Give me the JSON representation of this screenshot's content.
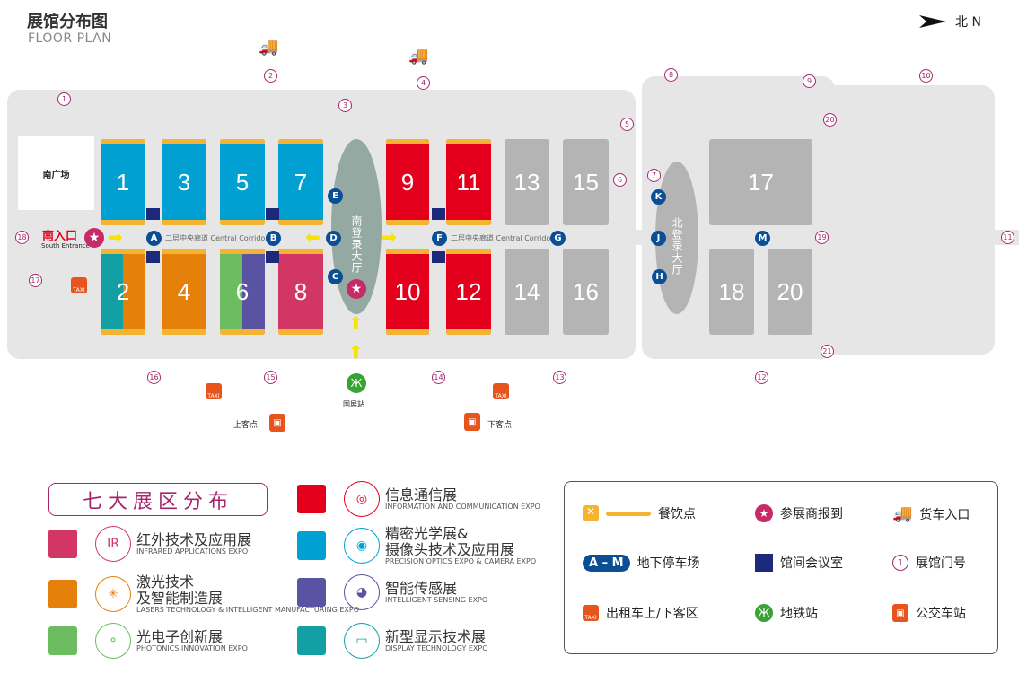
{
  "header": {
    "title": "展馆分布图",
    "subtitle": "FLOOR PLAN",
    "compass": "北 N"
  },
  "map": {
    "south_plaza": "南广场",
    "south_entrance": {
      "cn": "南入口",
      "en": "South Entrance"
    },
    "corridor_label": "二层中央廊道 Central Corridor",
    "corridor_label_short": "Central Corridor",
    "south_lobby": "南登录大厅",
    "north_lobby": "北登录大厅",
    "metro_station": "国展站",
    "pickup": "上客点",
    "dropoff": "下客点",
    "taxi_text": "TAXI",
    "halls": [
      {
        "n": "1",
        "color": "#00a0d2"
      },
      {
        "n": "3",
        "color": "#00a0d2"
      },
      {
        "n": "5",
        "color": "#00a0d2"
      },
      {
        "n": "7",
        "color": "#00a0d2"
      },
      {
        "n": "2",
        "color": "#e5800a",
        "color2": "#13a0a4"
      },
      {
        "n": "4",
        "color": "#e5800a"
      },
      {
        "n": "6",
        "color": "#5a52a3",
        "color2": "#6cbd5f"
      },
      {
        "n": "8",
        "color": "#d13664"
      },
      {
        "n": "9",
        "color": "#e4001d"
      },
      {
        "n": "11",
        "color": "#e4001d"
      },
      {
        "n": "10",
        "color": "#e4001d"
      },
      {
        "n": "12",
        "color": "#e4001d"
      },
      {
        "n": "13",
        "color": "#b4b4b4"
      },
      {
        "n": "15",
        "color": "#b4b4b4"
      },
      {
        "n": "14",
        "color": "#b4b4b4"
      },
      {
        "n": "16",
        "color": "#b4b4b4"
      },
      {
        "n": "17",
        "color": "#b4b4b4"
      },
      {
        "n": "18",
        "color": "#b4b4b4"
      },
      {
        "n": "20",
        "color": "#b4b4b4"
      }
    ],
    "gates": [
      "1",
      "2",
      "3",
      "4",
      "5",
      "6",
      "7",
      "8",
      "9",
      "10",
      "11",
      "12",
      "13",
      "14",
      "15",
      "16",
      "17",
      "18",
      "19",
      "20",
      "21"
    ],
    "parking": [
      "A",
      "B",
      "C",
      "D",
      "E",
      "F",
      "G",
      "H",
      "J",
      "K",
      "M"
    ]
  },
  "legend": {
    "title": "七大展区分布",
    "items": [
      {
        "cn": "红外技术及应用展",
        "en": "INFRARED APPLICATIONS EXPO",
        "color": "#d13664",
        "icon": "IR"
      },
      {
        "cn": "激光技术\n及智能制造展",
        "en": "LASERS TECHNOLOGY & INTELLIGENT MANUFACTURING EXPO",
        "color": "#e5800a",
        "icon": "✳"
      },
      {
        "cn": "光电子创新展",
        "en": "PHOTONICS INNOVATION EXPO",
        "color": "#6cbd5f",
        "icon": "⚬"
      },
      {
        "cn": "信息通信展",
        "en": "INFORMATION AND COMMUNICATION EXPO",
        "color": "#e4001d",
        "icon": "◎"
      },
      {
        "cn": "精密光学展&\n摄像头技术及应用展",
        "en": "PRECISION OPTICS EXPO & CAMERA EXPO",
        "color": "#00a0d2",
        "icon": "◉"
      },
      {
        "cn": "智能传感展",
        "en": "INTELLIGENT SENSING EXPO",
        "color": "#5a52a3",
        "icon": "◕"
      },
      {
        "cn": "新型显示技术展",
        "en": "DISPLAY TECHNOLOGY EXPO",
        "color": "#13a0a4",
        "icon": "▭"
      }
    ]
  },
  "key": {
    "dining": "餐饮点",
    "registration": "参展商报到",
    "truck": "货车入口",
    "parking_range": "A – M",
    "parking": "地下停车场",
    "meeting": "馆间会议室",
    "gate_sample": "1",
    "gate": "展馆门号",
    "taxi": "出租车上/下客区",
    "metro": "地铁站",
    "bus": "公交车站"
  }
}
